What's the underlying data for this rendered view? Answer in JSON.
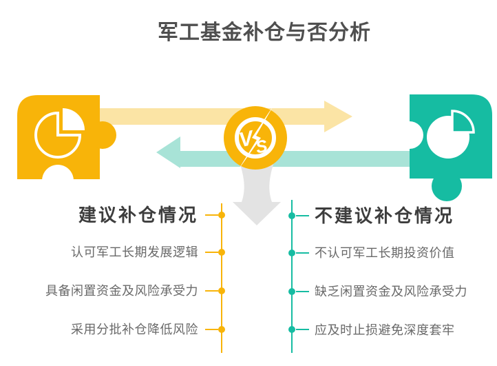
{
  "title": "军工基金补仓与否分析",
  "vs_badge": {
    "v": "V",
    "s": "S"
  },
  "left_section": {
    "header": "建议补仓情况",
    "items": [
      "认可军工长期发展逻辑",
      "具备闲置资金及风险承受力",
      "采用分批补仓降低风险"
    ]
  },
  "right_section": {
    "header": "不建议补仓情况",
    "items": [
      "不认可军工长期投资价值",
      "缺乏闲置资金及风险承受力",
      "应及时止损避免深度套牢"
    ]
  },
  "colors": {
    "yellow": "#F8B409",
    "yellow_light": "#FBE4A5",
    "teal": "#16BCA2",
    "teal_light": "#A8E3D7",
    "arrow_gray": "#E3E3E3",
    "title_text": "#4F4F4F",
    "header_text": "#3D3D3D",
    "item_text": "#696969"
  }
}
